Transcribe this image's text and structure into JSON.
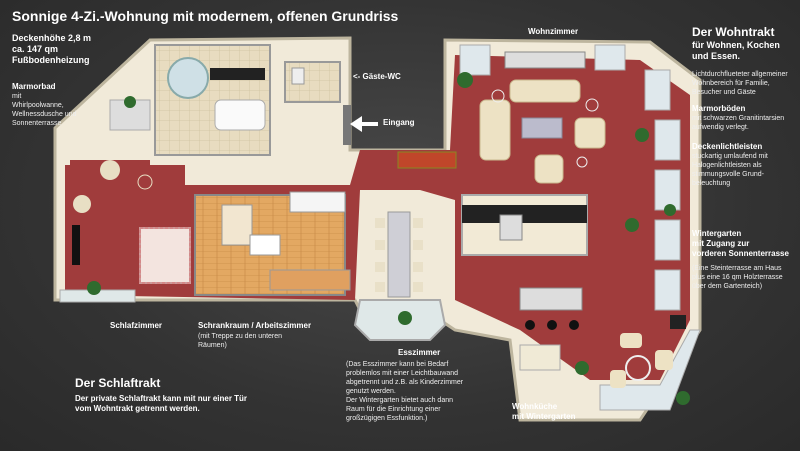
{
  "header": {
    "title": "Sonnige 4-Zi.-Wohnung mit modernem, offenen Grundriss",
    "specs": "Deckenhöhe 2,8 m\nca. 147 qm\nFußbodenheizung"
  },
  "left": {
    "bath_title": "Marmorbad",
    "bath_text": "mit\nWhirlpoolwanne,\nWellnessdusche und\nSonnenterrasse"
  },
  "labels": {
    "guest_wc": "<- Gäste-WC",
    "entrance": "Eingang",
    "wohnzimmer": "Wohnzimmer",
    "schlafzimmer": "Schlafzimmer",
    "schrankraum": "Schrankraum / Arbeitszimmer",
    "schrankraum_note": "(mit Treppe zu den unteren\nRäumen)",
    "esszimmer": "Esszimmer",
    "esszimmer_note": "(Das Esszimmer kann bei Bedarf\nproblemlos mit einer Leichtbauwand\nabgetrennt und z.B. als Kinderzimmer\ngenutzt werden.\nDer Wintergarten bietet auch dann\nRaum für die Einrichtung einer\ngroßzügigen Essfunktion.)",
    "wohnkueche": "Wohnküche\nmit Wintergarten"
  },
  "schlaftrakt": {
    "title": "Der Schlaftrakt",
    "text": "Der private Schlaftrakt kann mit nur einer Tür\nvom Wohntrakt getrennt werden."
  },
  "right": {
    "title": "Der Wohntrakt",
    "subtitle": "für Wohnen, Kochen\nund Essen.",
    "intro": "Lichtdurchflueteter allgemeiner\nWohnbereich für Familie,\nBesucher und Gäste",
    "marmor_title": "Marmorböden",
    "marmor_text": "mit schwarzen Granitintarsien\naufwendig verlegt.",
    "decke_title": "Deckenlichtleisten",
    "decke_text": "stuckartig umlaufend mit\nHalogenlichtleisten als\nstimmungsvolle Grund-\nbeleuchtung",
    "winter_title": "Wintergarten\nmit Zugang zur\nvorderen Sonnenterrasse",
    "winter_text": "(Eine Steinterrasse am Haus\nplus eine 16 qm Holzterrasse\nüber dem Gartenteich)"
  }
}
